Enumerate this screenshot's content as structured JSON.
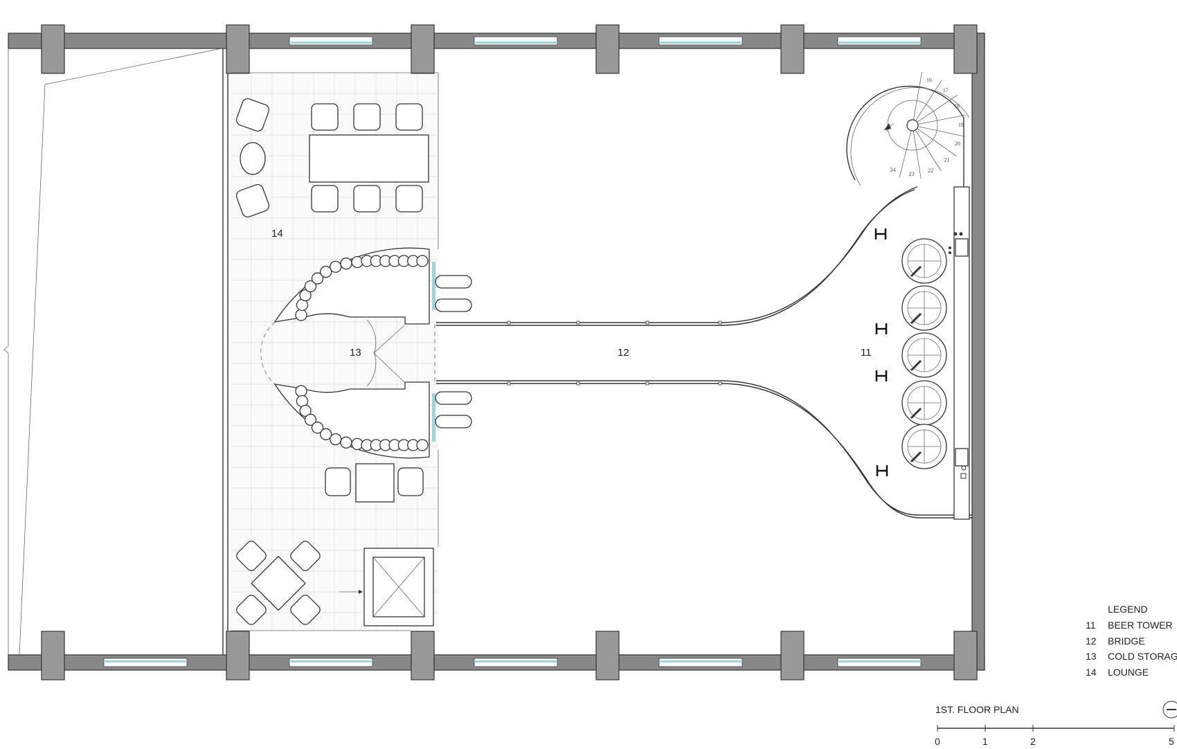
{
  "plan": {
    "title": "1ST. FLOOR PLAN",
    "rooms": [
      {
        "number": "11"
      },
      {
        "number": "12"
      },
      {
        "number": "13"
      },
      {
        "number": "14"
      }
    ],
    "stair_steps": [
      "16",
      "17",
      "18",
      "19",
      "20",
      "21",
      "22",
      "23",
      "24"
    ]
  },
  "legend": {
    "heading": "LEGEND",
    "items": [
      {
        "number": "11",
        "label": "BEER TOWER"
      },
      {
        "number": "12",
        "label": "BRIDGE"
      },
      {
        "number": "13",
        "label": "COLD STORAGE"
      },
      {
        "number": "14",
        "label": "LOUNGE"
      }
    ]
  },
  "scale_bar": {
    "ticks": [
      "0",
      "1",
      "2",
      "5"
    ]
  },
  "colors": {
    "wall": "#888888",
    "glass": "#9fd3e0",
    "line": "#333333"
  }
}
